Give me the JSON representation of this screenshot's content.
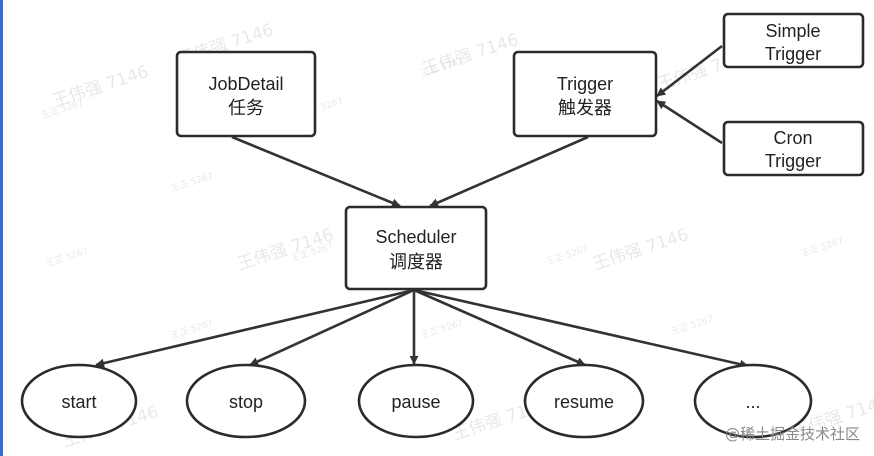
{
  "nodes": {
    "jobdetail": [
      "JobDetail",
      "任务"
    ],
    "trigger": [
      "Trigger",
      "触发器"
    ],
    "simple_trigger": [
      "Simple",
      "Trigger"
    ],
    "cron_trigger": [
      "Cron",
      "Trigger"
    ],
    "scheduler": [
      "Scheduler",
      "调度器"
    ],
    "start": "start",
    "stop": "stop",
    "pause": "pause",
    "resume": "resume",
    "more": "..."
  },
  "watermark_big": "王伟强 7146",
  "watermark_small": "王正 5267",
  "credit": "@稀土掘金技术社区",
  "colors": {
    "line": "#333333",
    "box_border": "#2b2b2b",
    "accent": "#2e6fd8"
  }
}
